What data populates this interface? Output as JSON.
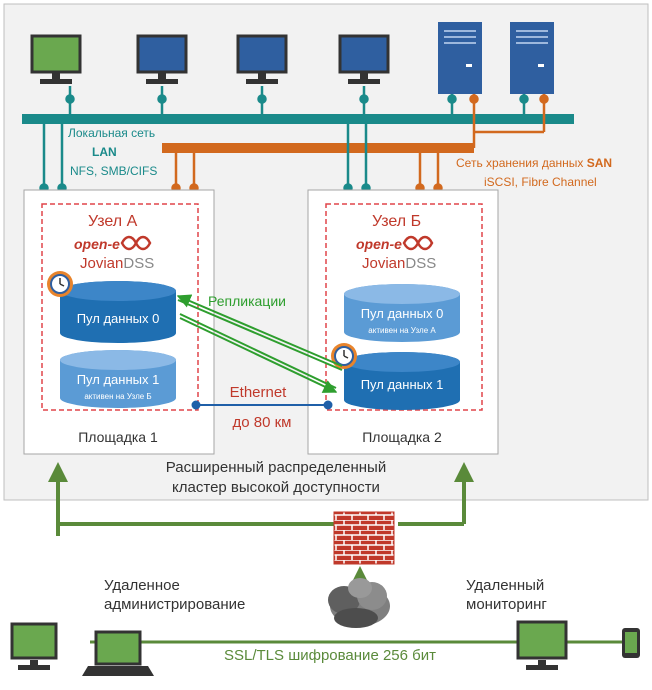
{
  "network": {
    "lan_title": "Локальная сеть",
    "lan_label": "LAN",
    "lan_protocols": "NFS, SMB/CIFS",
    "san_title_prefix": "Сеть хранения данных ",
    "san_label": "SAN",
    "san_protocols": "iSCSI, Fibre Channel"
  },
  "node_a": {
    "title": "Узел А",
    "brand_top": "open-e",
    "brand_bottom_1": "Jovian",
    "brand_bottom_2": "DSS",
    "pool_0": "Пул данных 0",
    "pool_1": "Пул данных 1",
    "pool_1_note": "активен на Узле Б",
    "site": "Площадка 1"
  },
  "node_b": {
    "title": "Узел Б",
    "brand_top": "open-e",
    "brand_bottom_1": "Jovian",
    "brand_bottom_2": "DSS",
    "pool_0": "Пул данных 0",
    "pool_0_note": "активен на Узле А",
    "pool_1": "Пул данных 1",
    "site": "Площадка 2"
  },
  "links": {
    "replication": "Репликации",
    "ethernet": "Ethernet",
    "distance": "до 80 км"
  },
  "cluster": {
    "line_1": "Расширенный распределенный",
    "line_2": "кластер высокой доступности"
  },
  "remote": {
    "admin_line_1": "Удаленное",
    "admin_line_2": "администрирование",
    "monitor_line_1": "Удаленный",
    "monitor_line_2": "мониторинг",
    "encryption": "SSL/TLS шифрование 256 бит"
  },
  "colors": {
    "lan": "#1a8a8a",
    "san": "#d2691e",
    "node_title": "#c0392b",
    "pool_fill": "#1f6fb2",
    "pool_light": "#5b9bd5",
    "green": "#2e9e2e",
    "remote_line": "#5a8a3a",
    "monitor": "#6aa84f",
    "server": "#2f5fa0",
    "ethernet": "#1f5fa8"
  }
}
